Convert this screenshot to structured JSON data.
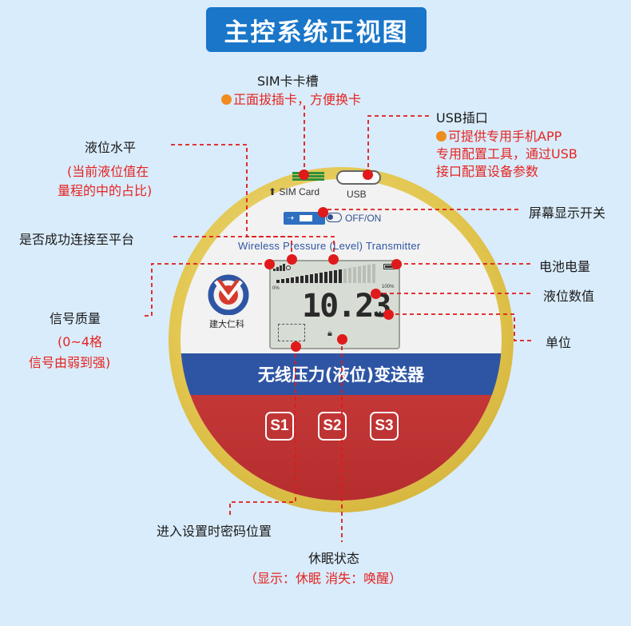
{
  "title": "主控系统正视图",
  "device": {
    "sim_label": "SIM Card",
    "usb_label": "USB",
    "switch_label": "OFF/ON",
    "subtitle": "Wireless Pressure (Level) Transmitter",
    "brand": "建大仁科",
    "band_text": "无线压力(液位)变送器",
    "lcd": {
      "value": "10.23",
      "unit": "M",
      "scale_min": "0%",
      "scale_max": "100%"
    },
    "keys": [
      "S1",
      "S2",
      "S3"
    ]
  },
  "labels": {
    "sim_title": "SIM卡卡槽",
    "sim_desc": "正面拔插卡，方便换卡",
    "usb_title": "USB插口",
    "usb_desc_1": "可提供专用手机APP",
    "usb_desc_2": "专用配置工具，通过USB",
    "usb_desc_3": "接口配置设备参数",
    "level_title": "液位水平",
    "level_desc_1": "(当前液位值在",
    "level_desc_2": "量程的中的占比)",
    "platform": "是否成功连接至平台",
    "screen_switch": "屏幕显示开关",
    "battery": "电池电量",
    "level_value": "液位数值",
    "signal_title": "信号质量",
    "signal_desc_1": "(0~4格",
    "signal_desc_2": "信号由弱到强)",
    "unit": "单位",
    "password": "进入设置时密码位置",
    "sleep_title": "休眠状态",
    "sleep_desc": "（显示：休眠 消失：唤醒）"
  },
  "colors": {
    "title_bg": "#1976c9",
    "accent_red": "#e52421",
    "band_blue": "#2e55a4",
    "lower_red": "#c83a3a",
    "ring_gold": "#e2c64f",
    "background": "#d9ecfb"
  }
}
